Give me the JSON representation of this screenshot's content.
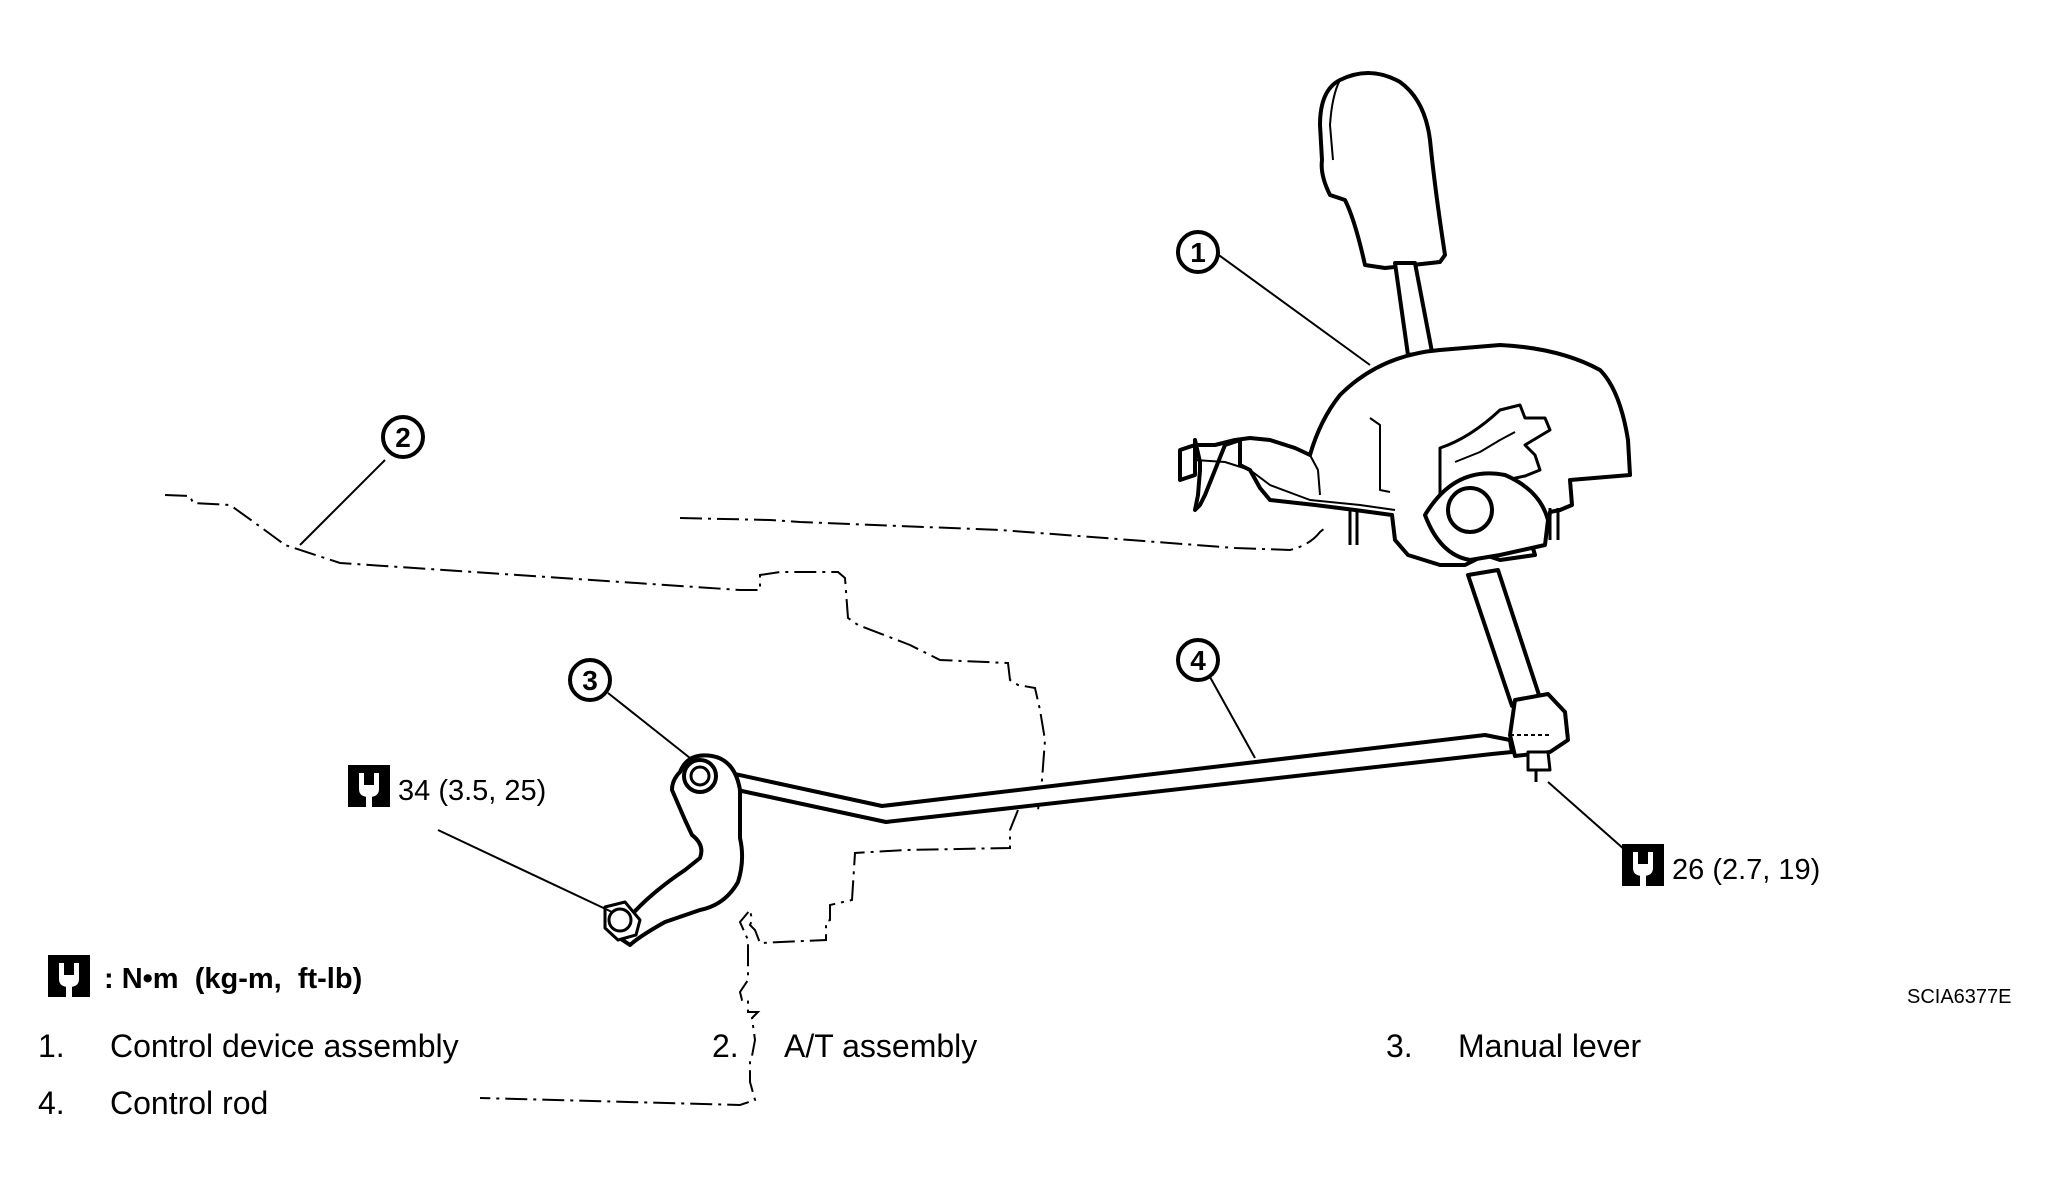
{
  "callouts": [
    "1",
    "2",
    "3",
    "4"
  ],
  "torque_specs": {
    "manual_lever": "34 (3.5, 25)",
    "control_rod": "26 (2.7, 19)"
  },
  "units_legend": ": N•m  (kg-m,  ft-lb)",
  "figure_code": "SCIA6377E",
  "legend": [
    {
      "num": "1.",
      "text": "Control device assembly"
    },
    {
      "num": "2.",
      "text": "A/T assembly"
    },
    {
      "num": "3.",
      "text": "Manual lever"
    },
    {
      "num": "4.",
      "text": "Control rod"
    }
  ],
  "icons": {
    "torque": "torque-wrench-icon"
  }
}
